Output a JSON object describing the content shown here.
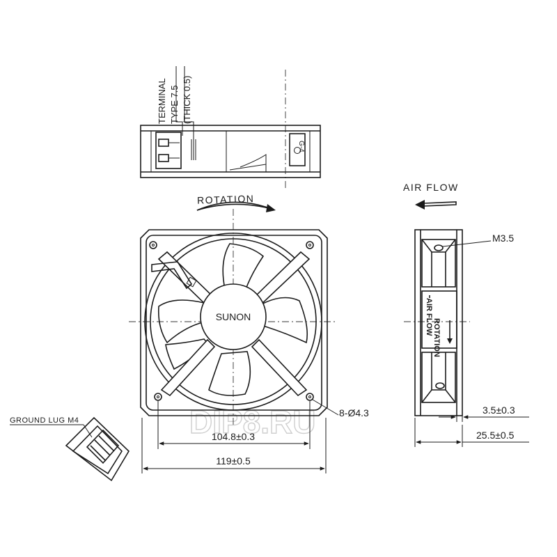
{
  "labels": {
    "terminal_line1": "TERMINAL",
    "terminal_line2": "TYPE 7.5",
    "terminal_line3": "(THICK 0.5)",
    "rotation": "ROTATION",
    "air_flow": "AIR FLOW",
    "brand": "SUNON",
    "side_air_flow": "AIR FLOW",
    "side_rotation": "ROTATION",
    "ground_lug": "GROUND LUG M4",
    "top_mark": "G-4",
    "watermark": "DIP8.RU"
  },
  "dimensions": {
    "screw": "M3.5",
    "holes": "8-Ø4.3",
    "hole_spacing": "104.8±0.3",
    "frame_width": "119±0.5",
    "flange": "3.5±0.3",
    "depth": "25.5±0.5"
  },
  "colors": {
    "line": "#1a1a1a",
    "watermark": "#cfcfcf",
    "background": "#ffffff"
  }
}
